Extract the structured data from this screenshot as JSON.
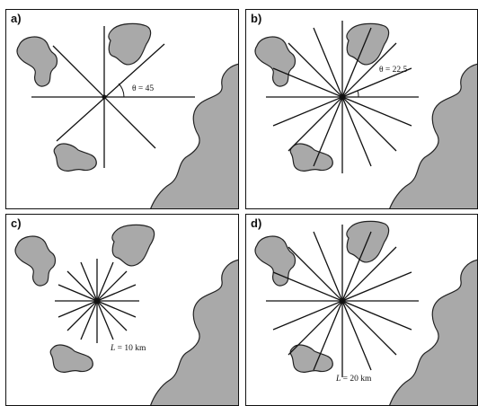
{
  "panels": [
    {
      "id": "a",
      "label": "a)",
      "annotation": "θ = 45"
    },
    {
      "id": "b",
      "label": "b)",
      "annotation": "θ = 22.5"
    },
    {
      "id": "c",
      "label": "c)",
      "annotation_var": "L",
      "annotation_rest": " = 10 km"
    },
    {
      "id": "d",
      "label": "d)",
      "annotation_var": "L",
      "annotation_rest": " = 20 km"
    }
  ],
  "colors": {
    "land": "#a9a9a9",
    "lines": "#111111"
  }
}
